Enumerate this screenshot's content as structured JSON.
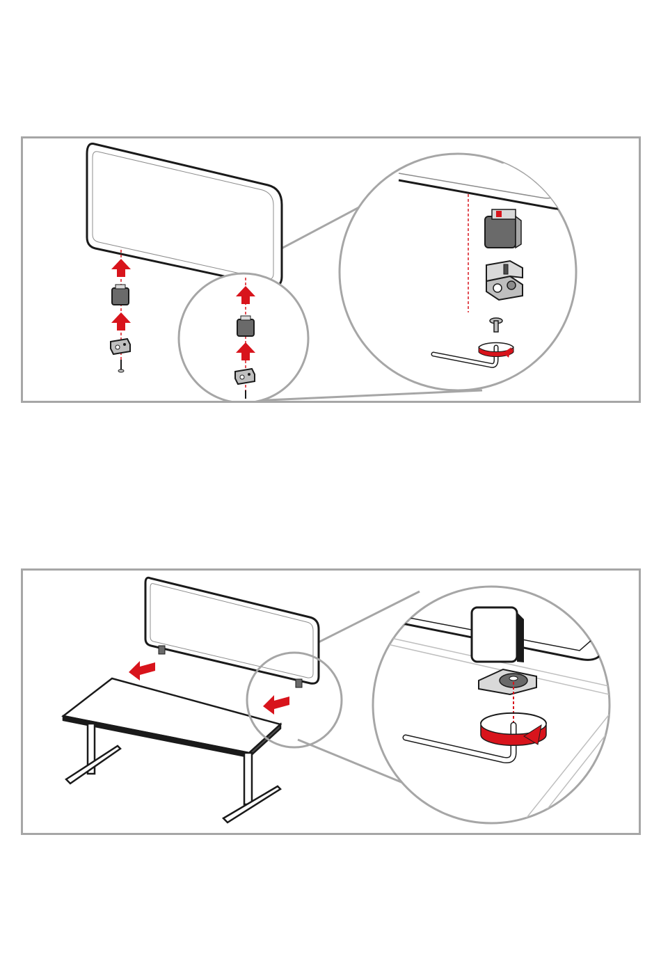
{
  "colors": {
    "frame": "#a6a6a6",
    "outline": "#1a1a1a",
    "arrow": "#d8141c",
    "part_dark": "#6a6a6a",
    "part_light": "#d9d9d9",
    "metal": "#bfbfbf"
  },
  "steps": [
    {
      "id": "step-1",
      "description_icons": [
        "screen-panel",
        "clamp-block",
        "mounting-bracket",
        "screw",
        "hex-key",
        "rotate-arrow",
        "up-arrow"
      ]
    },
    {
      "id": "step-2",
      "description_icons": [
        "screen-panel",
        "desk",
        "clamp-block",
        "mounting-bracket",
        "hex-key",
        "rotate-arrow",
        "slide-arrow"
      ]
    }
  ]
}
